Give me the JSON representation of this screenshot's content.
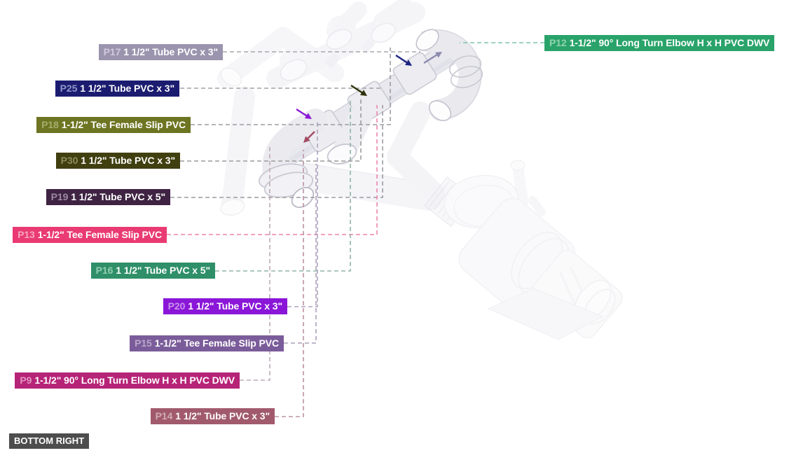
{
  "corner_label": {
    "text": "BOTTOM RIGHT",
    "bg": "#4D4D4D",
    "fg": "#FFFFFF"
  },
  "parts": [
    {
      "id": "P17",
      "desc": "1 1/2\" Tube PVC x 3\"",
      "bg": "#9B94AE",
      "id_color": "#D0CADF",
      "line_color": "#A6A6AE",
      "arrow_color": "#8D8AAE"
    },
    {
      "id": "P12",
      "desc": "1-1/2\" 90° Long Turn Elbow H x H PVC DWV",
      "bg": "#29A36A",
      "id_color": "#90D4AE",
      "line_color": "#7CC5A8"
    },
    {
      "id": "P25",
      "desc": "1 1/2\" Tube PVC x 3\"",
      "bg": "#1B1C70",
      "id_color": "#8E96C9",
      "line_color": "#A0A0A8",
      "arrow_color": "#1B2380"
    },
    {
      "id": "P18",
      "desc": "1-1/2\" Tee Female Slip PVC",
      "bg": "#6D7522",
      "id_color": "#A6AC6E",
      "line_color": "#9C9CA4"
    },
    {
      "id": "P30",
      "desc": "1 1/2\" Tube PVC x 3\"",
      "bg": "#403F10",
      "id_color": "#8D8B5D",
      "line_color": "#9C9C9C",
      "arrow_color": "#2F3108"
    },
    {
      "id": "P19",
      "desc": "1 1/2\" Tube PVC x 5\"",
      "bg": "#3F2343",
      "id_color": "#9C8AA3",
      "line_color": "#9C9CA4"
    },
    {
      "id": "P13",
      "desc": "1-1/2\" Tee Female Slip PVC",
      "bg": "#EA3A73",
      "id_color": "#F5A6C0",
      "line_color": "#EC85AC"
    },
    {
      "id": "P16",
      "desc": "1 1/2\" Tube PVC x 5\"",
      "bg": "#2F8F69",
      "id_color": "#93CEB1",
      "line_color": "#8FB5A6"
    },
    {
      "id": "P20",
      "desc": "1 1/2\" Tube PVC x 3\"",
      "bg": "#8A16D8",
      "id_color": "#C992EA",
      "line_color": "#AFA3BE",
      "arrow_color": "#8B17D6"
    },
    {
      "id": "P15",
      "desc": "1-1/2\" Tee Female Slip PVC",
      "bg": "#7B5C9A",
      "id_color": "#B8A7CB",
      "line_color": "#ABA0B8"
    },
    {
      "id": "P9",
      "desc": "1-1/2\" 90° Long Turn Elbow H x H PVC DWV",
      "bg": "#B62478",
      "id_color": "#E293BF",
      "line_color": "#C0A8B8"
    },
    {
      "id": "P14",
      "desc": "1 1/2\" Tube PVC x 3\"",
      "bg": "#A15A6C",
      "id_color": "#D0ACB5",
      "line_color": "#BB93A5",
      "arrow_color": "#A34B63"
    }
  ]
}
